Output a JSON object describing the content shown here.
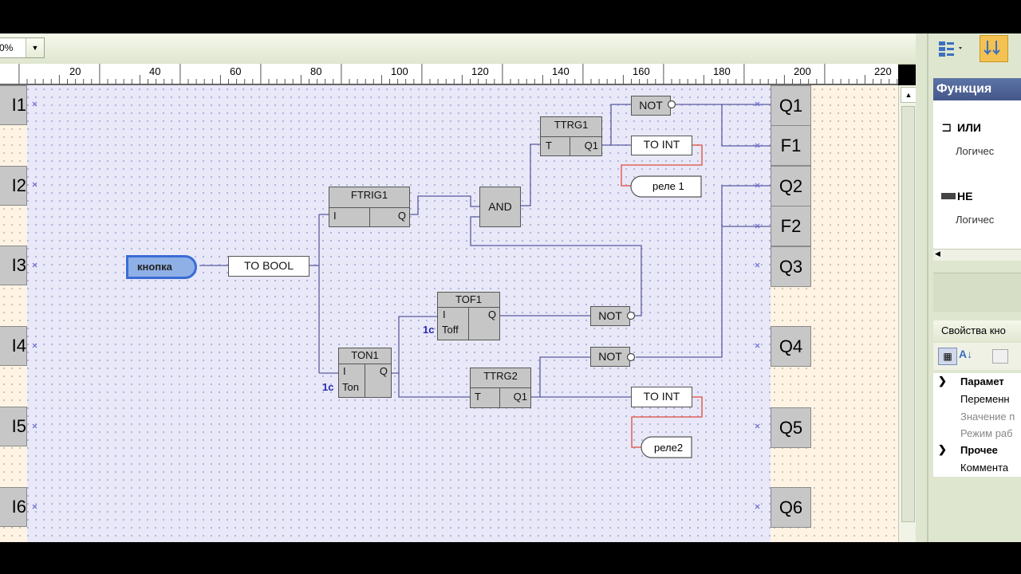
{
  "zoom": {
    "value": "0%"
  },
  "ruler": {
    "ticks": [
      "20",
      "40",
      "60",
      "80",
      "100",
      "120",
      "140",
      "160",
      "180",
      "200",
      "220"
    ]
  },
  "left_pins": [
    "I1",
    "I2",
    "I3",
    "I4",
    "I5",
    "I6"
  ],
  "right_pins": [
    "Q1",
    "F1",
    "Q2",
    "F2",
    "Q3",
    "Q4",
    "Q5",
    "Q6"
  ],
  "blocks": {
    "button": "кнопка",
    "to_bool": "TO BOOL",
    "ftrig1": {
      "name": "FTRIG1",
      "in": "I",
      "out": "Q"
    },
    "and": "AND",
    "ttrg1": {
      "name": "TTRG1",
      "in": "T",
      "out": "Q1"
    },
    "not1": "NOT",
    "to_int1": "TO INT",
    "relay1": "реле 1",
    "tof1": {
      "name": "TOF1",
      "in": "I",
      "out": "Q",
      "param": "Toff",
      "const": "1c"
    },
    "not2": "NOT",
    "ton1": {
      "name": "TON1",
      "in": "I",
      "out": "Q",
      "param": "Ton",
      "const": "1c"
    },
    "not3": "NOT",
    "ttrg2": {
      "name": "TTRG2",
      "in": "T",
      "out": "Q1"
    },
    "to_int2": "TO INT",
    "relay2": "реле2"
  },
  "func_panel": {
    "title": "Функция",
    "items": [
      {
        "label": "ИЛИ",
        "desc": "Логичес"
      },
      {
        "label": "НЕ",
        "desc": "Логичес"
      }
    ]
  },
  "props_panel": {
    "title": "Свойства кно",
    "group1": "Парамет",
    "rows1": [
      "Переменн",
      "Значение п",
      "Режим раб"
    ],
    "group2": "Прочее",
    "rows2": [
      "Коммента"
    ]
  },
  "colors": {
    "canvas": "#e8e8f8",
    "block": "#c6c6c6",
    "wire": "#6060a0",
    "accent_wire": "#e04a3a",
    "button": "#8fb0e6"
  }
}
